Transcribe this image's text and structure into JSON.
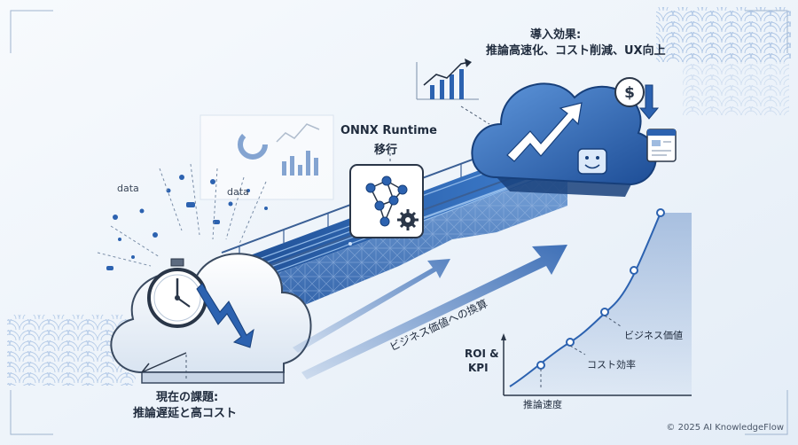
{
  "benefits": {
    "heading": "導入効果:",
    "detail": "推論高速化、コスト削減、UX向上"
  },
  "migration": {
    "line1": "ONNX Runtime",
    "line2": "移行"
  },
  "problem": {
    "heading": "現在の課題:",
    "detail": "推論遅延と高コスト"
  },
  "data_labels": [
    "data",
    "data"
  ],
  "conversion_label": "ビジネス価値への換算",
  "kpi_chart": {
    "label_line1": "ROI &",
    "label_line2": "KPI",
    "points": [
      "推論速度",
      "コスト効率",
      "ビジネス価値"
    ]
  },
  "copyright": "© 2025 AI KnowledgeFlow",
  "icons": [
    "stopwatch-icon",
    "downtrend-arrow-icon",
    "neural-network-icon",
    "gear-icon",
    "uptrend-arrow-icon",
    "dollar-down-icon",
    "browser-window-icon",
    "smiley-screen-icon"
  ],
  "colors": {
    "background": "#eef3f9",
    "primary_blue": "#2c62b0",
    "deep_blue": "#173f7a",
    "light_blue": "#bcd5f0",
    "text": "#1f2b3d"
  }
}
